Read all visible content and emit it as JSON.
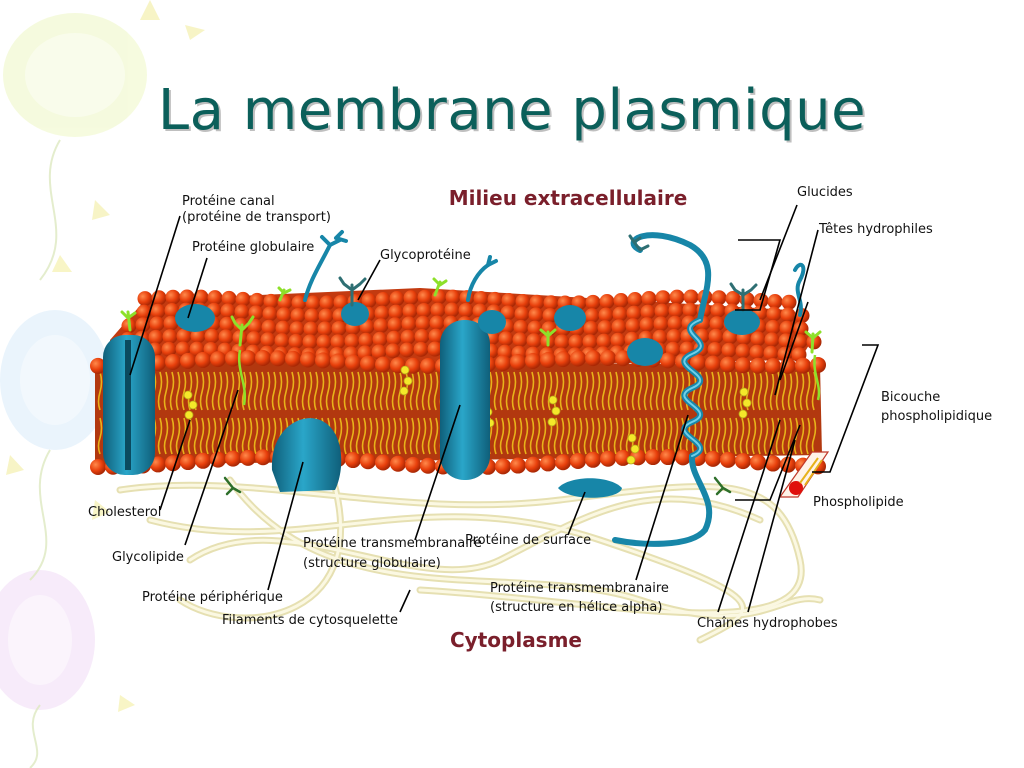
{
  "slide": {
    "title": "La membrane plasmique"
  },
  "regions": {
    "outside": "Milieu extracellulaire",
    "inside": "Cytoplasme"
  },
  "labels": {
    "protein_channel_1": "Protéine canal",
    "protein_channel_2": "(protéine de transport)",
    "globular_protein": "Protéine globulaire",
    "glycoprotein": "Glycoprotéine",
    "carbohydrates": "Glucides",
    "hydrophilic_heads": "Têtes hydrophiles",
    "bilayer_1": "Bicouche",
    "bilayer_2": "phospholipidique",
    "phospholipid": "Phospholipide",
    "cholesterol": "Cholesterol",
    "glycolipid": "Glycolipide",
    "peripheral_protein": "Protéine périphérique",
    "cytoskeleton": "Filaments de cytosquelette",
    "transmembrane_globular_1": "Protéine transmembranaire",
    "transmembrane_globular_2": "(structure globulaire)",
    "surface_protein": "Protéine de surface",
    "transmembrane_helix_1": "Protéine transmembranaire",
    "transmembrane_helix_2": "(structure en hélice alpha)",
    "hydrophobic_chains": "Chaînes hydrophobes"
  },
  "colors": {
    "title": "#0b5f5a",
    "region_text": "#7a1f2b",
    "head": "#e8400c",
    "head_dark": "#b52c05",
    "membrane_core": "#b2380f",
    "tail": "#e7b21a",
    "protein": "#1786a8",
    "protein_dark": "#0f5f7a",
    "glyco": "#8ee02a",
    "cholesterol": "#f4e82a",
    "filament": "#f1edcb"
  }
}
